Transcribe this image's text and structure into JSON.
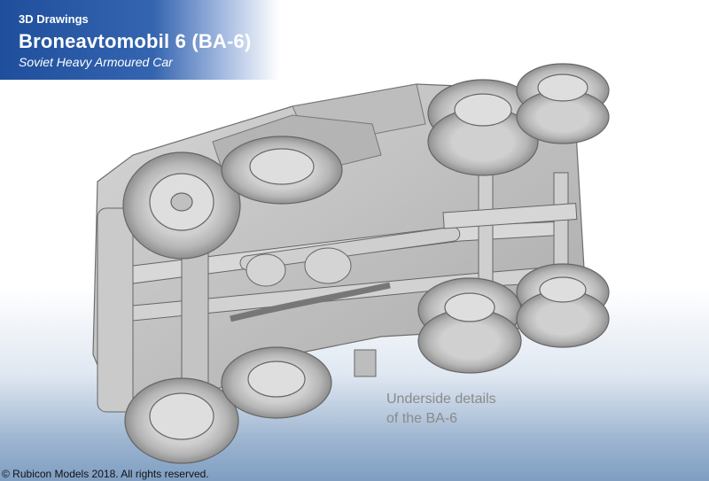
{
  "header": {
    "section_label": "3D Drawings",
    "title": "Broneavtomobil 6 (BA-6)",
    "subtitle": "Soviet Heavy Armoured Car"
  },
  "caption": {
    "line1": "Underside details",
    "line2": "of the BA-6"
  },
  "footer": {
    "copyright": "© Rubicon Models 2018. All rights reserved."
  },
  "colors": {
    "header_blue": "#1f4f9c",
    "model_grey": "#c9c9c9",
    "background_blue": "#7f9ec2"
  }
}
